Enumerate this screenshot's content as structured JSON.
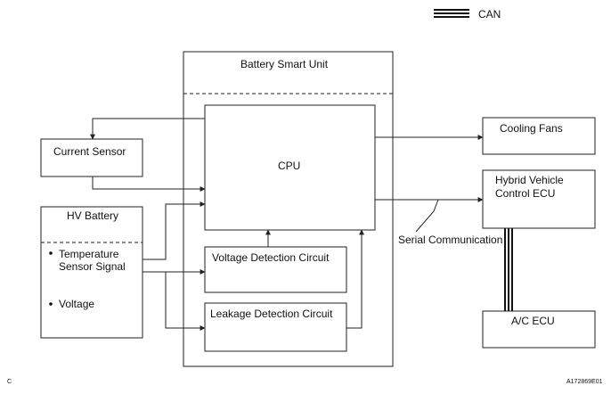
{
  "legend": {
    "label": "CAN"
  },
  "blocks": {
    "battery_smart_unit": "Battery Smart Unit",
    "cpu": "CPU",
    "voltage_detection_circuit": "Voltage Detection Circuit",
    "leakage_detection_circuit": "Leakage Detection Circuit",
    "current_sensor": "Current Sensor",
    "hv_battery": "HV Battery",
    "cooling_fans": "Cooling Fans",
    "hybrid_vehicle_control_ecu_line1": "Hybrid Vehicle",
    "hybrid_vehicle_control_ecu_line2": "Control ECU",
    "ac_ecu": "A/C ECU"
  },
  "hv_battery_items": {
    "item1_line1": "Temperature",
    "item1_line2": "Sensor Signal",
    "item2": "Voltage"
  },
  "labels": {
    "serial_communication": "Serial Communication",
    "corner_left": "C",
    "figure_id": "A172869E01"
  }
}
